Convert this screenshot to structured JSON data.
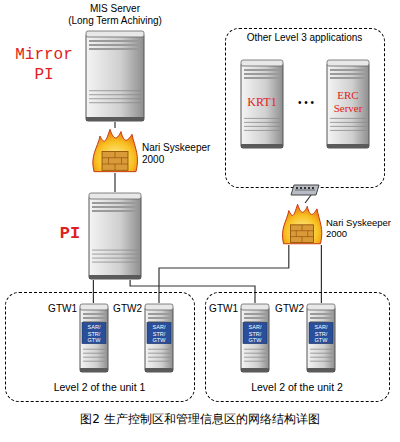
{
  "diagram": {
    "caption": "图2 生产控制区和管理信息区的网络结构详图",
    "nodes": [
      {
        "text": [
          "MIS Server",
          "(Long Term Achiving)",
          "Mirror PI"
        ]
      },
      {
        "text": [
          "Nari Syskeeper 2000"
        ]
      },
      {
        "text": [
          "PI"
        ]
      },
      {
        "text": [
          "Other Level 3 applications"
        ]
      },
      {
        "text": [
          "KRT1"
        ],
        "in": 3
      },
      {
        "text": [
          "ERC Server"
        ],
        "in": 3
      },
      {
        "text": [
          "Nari Syskeeper 2000"
        ]
      },
      {
        "text": [
          "Level 2 of the unit 1"
        ]
      },
      {
        "text": [
          "GTW1",
          "SAR/ STR/ GTW"
        ],
        "in": 7
      },
      {
        "text": [
          "GTW2",
          "SAR/ STR/ GTW"
        ],
        "in": 7
      },
      {
        "text": [
          "Level 2 of the unit 2"
        ]
      },
      {
        "text": [
          "GTW1",
          "SAR/ STR/ GTW"
        ],
        "in": 10
      },
      {
        "text": [
          "GTW2",
          "SAR/ STR/ GTW"
        ],
        "in": 10
      }
    ],
    "edges": [
      {
        "from": 0,
        "to": 1,
        "arrow": "none"
      },
      {
        "from": 1,
        "to": 2,
        "arrow": "none"
      },
      {
        "from": 2,
        "to": 8,
        "arrow": "none"
      },
      {
        "from": 2,
        "to": 11,
        "arrow": "none"
      },
      {
        "from": 3,
        "to": 6,
        "arrow": "none"
      },
      {
        "from": 6,
        "to": 9,
        "arrow": "none"
      },
      {
        "from": 6,
        "to": 12,
        "arrow": "none"
      }
    ],
    "labels": [
      "• • •"
    ]
  }
}
